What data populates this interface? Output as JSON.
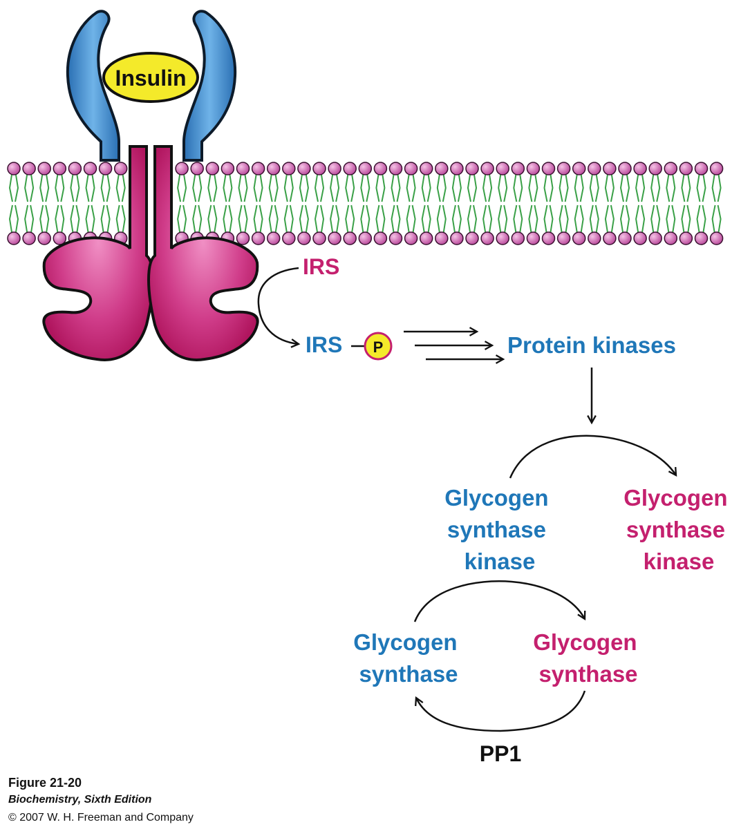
{
  "labels": {
    "insulin": "Insulin",
    "irs": "IRS",
    "irs_p": "IRS",
    "phosphate": "P",
    "protein_kinases": "Protein kinases",
    "gsk_active": [
      "Glycogen",
      "synthase",
      "kinase"
    ],
    "gsk_inactive": [
      "Glycogen",
      "synthase",
      "kinase"
    ],
    "gs_active": [
      "Glycogen",
      "synthase"
    ],
    "gs_inactive": [
      "Glycogen",
      "synthase"
    ],
    "pp1": "PP1"
  },
  "caption": {
    "figure": "Figure 21-20",
    "book": "Biochemistry, Sixth Edition",
    "copyright": "© 2007 W. H. Freeman and Company"
  },
  "colors": {
    "active_blue": "#1f77b8",
    "inactive_magenta": "#c4206e",
    "receptor_blue": "#3f8fd0",
    "receptor_magenta": "#c0206a",
    "insulin_yellow": "#f4ea2a",
    "lipid_head": "#d36fb0",
    "lipid_tail": "#3aa047"
  }
}
